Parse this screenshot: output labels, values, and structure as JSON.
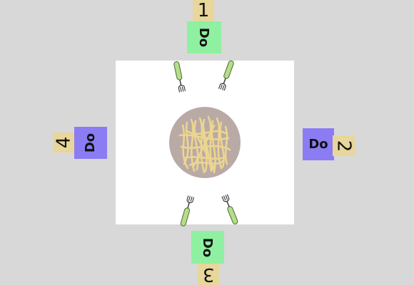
{
  "seats": [
    {
      "number": "1",
      "marker": "Do",
      "card_color": "#8ef0a0"
    },
    {
      "number": "2",
      "marker": "Do",
      "card_color": "#8b7cf4"
    },
    {
      "number": "3",
      "marker": "Do",
      "card_color": "#8ef0a0"
    },
    {
      "number": "4",
      "marker": "Do",
      "card_color": "#8b7cf4"
    }
  ],
  "table": {
    "background": "#ffffff",
    "plate_color": "#b9aaa6",
    "noodle_color": "#ecd58f",
    "fork_handle_color": "#b5dd8a",
    "fork_count": 4
  }
}
